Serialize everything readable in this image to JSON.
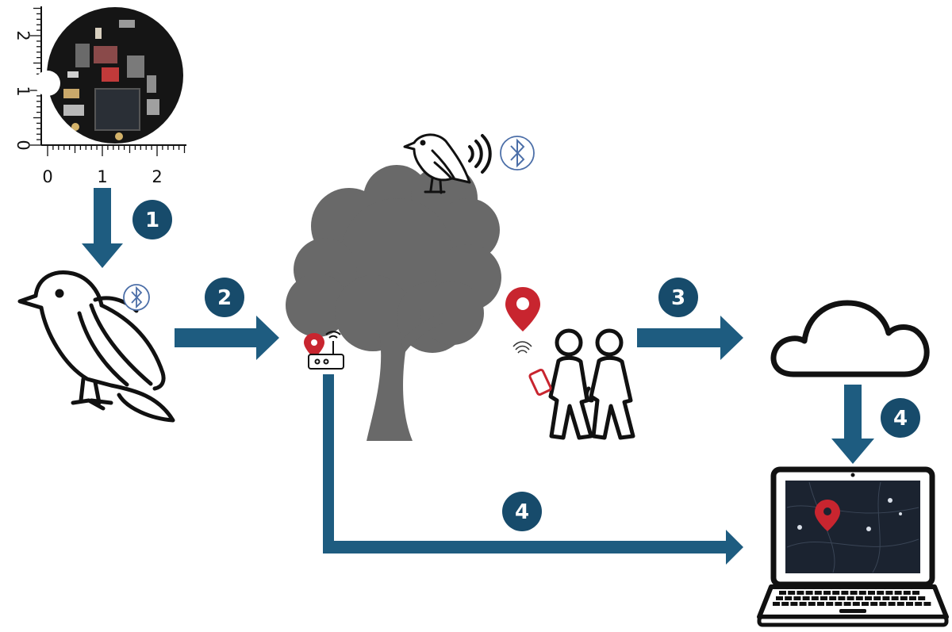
{
  "colors": {
    "arrow": "#1e5c80",
    "badge": "#174b6b",
    "tree": "#696969",
    "pin": "#c8252f",
    "bluetooth": "#4c6fa8",
    "outline": "#111111",
    "screen": "#1b2330"
  },
  "icons": {
    "chip": "circuit-board-icon",
    "bird_tagged": "bird-icon",
    "bird_perched": "bird-icon",
    "bluetooth": "bluetooth-icon",
    "signal": "wifi-signal-icon",
    "tree": "tree-icon",
    "gateway": "router-icon",
    "pin": "location-pin-icon",
    "people": "walking-people-icon",
    "phone": "smartphone-icon",
    "cloud": "cloud-icon",
    "laptop": "laptop-icon"
  },
  "ruler": {
    "vertical_labels": [
      "2",
      "1",
      "0"
    ],
    "horizontal_labels": [
      "0",
      "1",
      "2"
    ]
  },
  "steps": [
    {
      "id": "step-1",
      "label": "1"
    },
    {
      "id": "step-2",
      "label": "2"
    },
    {
      "id": "step-3",
      "label": "3"
    },
    {
      "id": "step-4a",
      "label": "4"
    },
    {
      "id": "step-4b",
      "label": "4"
    }
  ]
}
